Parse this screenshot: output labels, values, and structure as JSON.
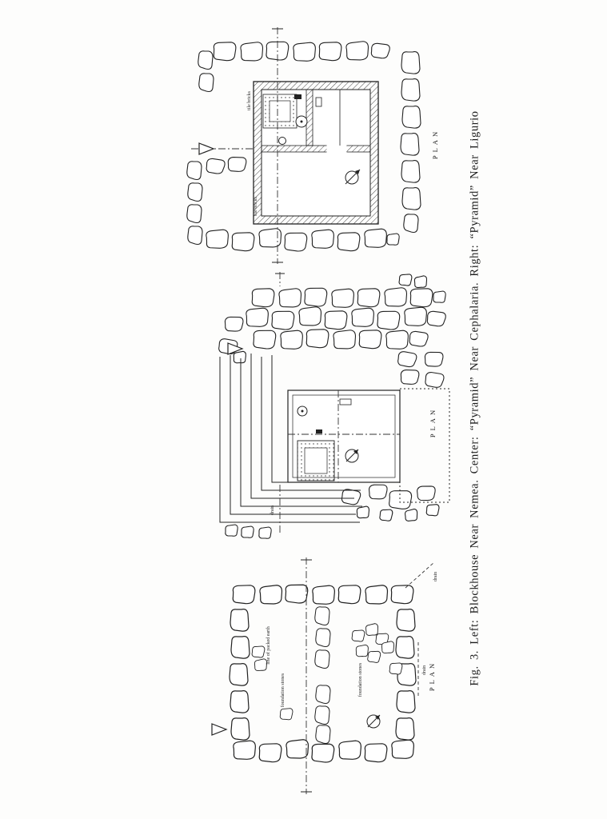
{
  "caption": "Fig. 3.  Left: Blockhouse Near Nemea.  Center: “Pyramid” Near Cephalaria.  Right: “Pyramid” Near Ligurio",
  "plans": {
    "ligurio": {
      "plan_label": "PLAN",
      "annotations": {
        "tile_bricks_upper": "tile bricks",
        "tile_bricks_lower": "tile bricks"
      }
    },
    "cephalaria": {
      "plan_label": "PLAN",
      "annotations": {
        "drain": "drain"
      }
    },
    "nemea": {
      "plan_label": "PLAN",
      "annotations": {
        "packed_earth": "line of packed earth",
        "foundation_stones_left": "foundation stones",
        "foundation_stones_right": "foundation stones",
        "drain_top": "drain",
        "drain_right": "drain"
      }
    }
  }
}
